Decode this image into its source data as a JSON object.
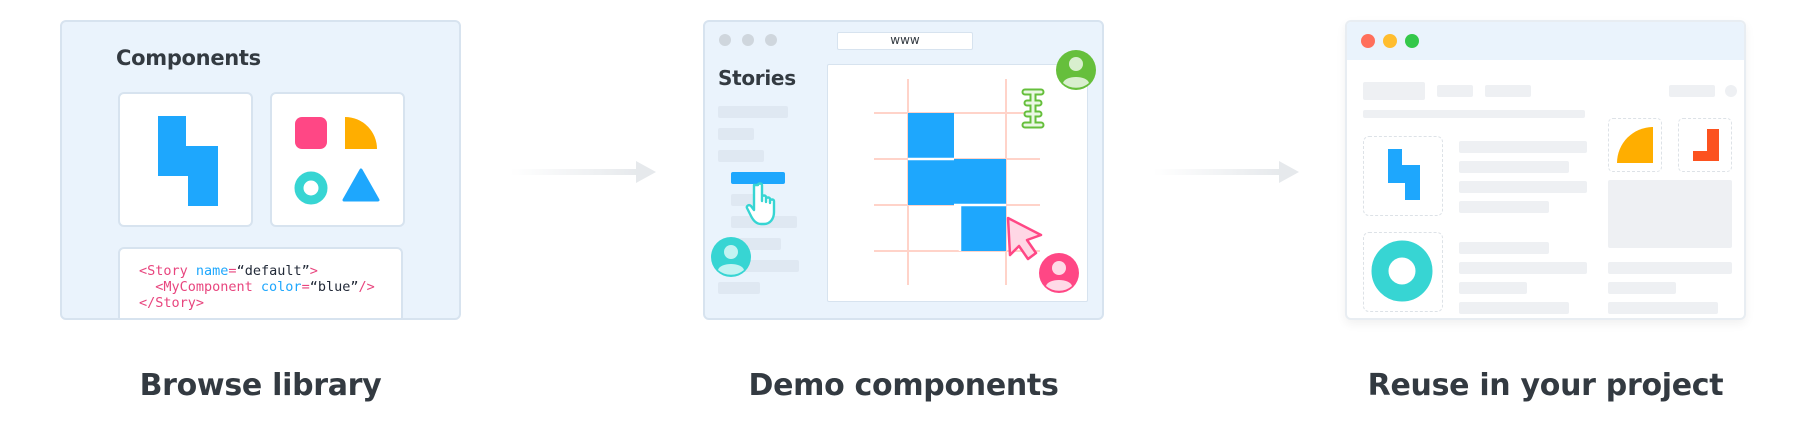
{
  "steps": [
    {
      "label": "Browse library"
    },
    {
      "label": "Demo components"
    },
    {
      "label": "Reuse in your project"
    }
  ],
  "browse": {
    "heading": "Components",
    "code_lines": [
      [
        {
          "t": "<Story ",
          "c": "pink"
        },
        {
          "t": "name",
          "c": "blue"
        },
        {
          "t": "=",
          "c": "pink"
        },
        {
          "t": "“default”",
          "c": "dark"
        },
        {
          "t": ">",
          "c": "pink"
        }
      ],
      [
        {
          "t": "  <MyComponent ",
          "c": "pink"
        },
        {
          "t": "color",
          "c": "blue"
        },
        {
          "t": "=",
          "c": "pink"
        },
        {
          "t": "“blue”",
          "c": "dark"
        },
        {
          "t": "/>",
          "c": "pink"
        }
      ],
      [
        {
          "t": "</Story>",
          "c": "pink"
        }
      ]
    ]
  },
  "demo": {
    "heading": "Stories",
    "url": "www"
  },
  "colors": {
    "blue": "#1ea7fd",
    "pink": "#ff4785",
    "orange": "#ffae00",
    "teal": "#37d5d3",
    "green": "#66bf3c",
    "red_orange": "#fc521f",
    "traffic_red": "#ff6f5b",
    "traffic_yellow": "#ffbd2e",
    "traffic_green": "#34c84a"
  }
}
